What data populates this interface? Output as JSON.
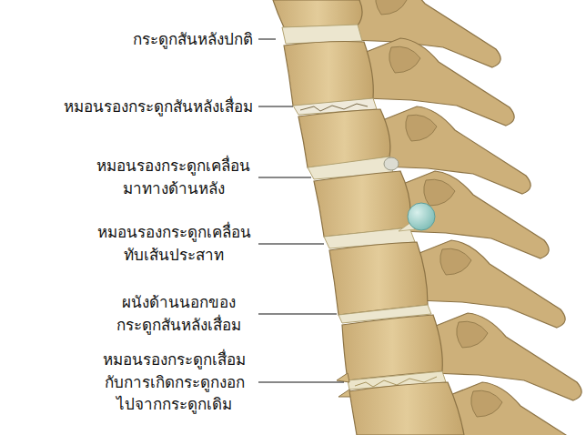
{
  "diagram": {
    "labels": [
      "กระดูกสันหลังปกติ",
      "หมอนรองกระดูกสันหลังเสื่อม",
      "หมอนรองกระดูกเคลื่อน มาทางด้านหลัง",
      "หมอนรองกระดูกเคลื่อน ทับเส้นประสาท",
      "ผนังด้านนอกของ กระดูกสันหลังเสื่อม",
      "หมอนรองกระดูกเสื่อม กับการเกิดกระดูกงอก ไปจากกระดูกเดิม"
    ]
  }
}
